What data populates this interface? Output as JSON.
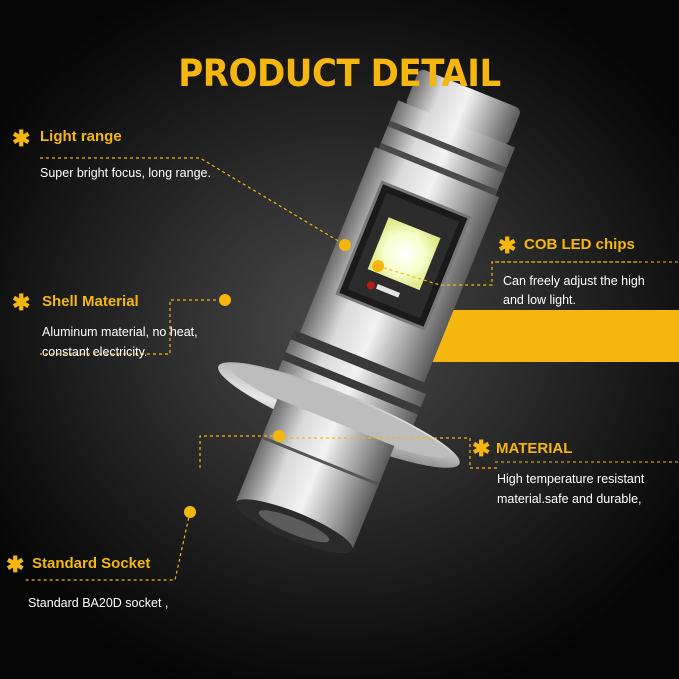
{
  "headline": "PRODUCT DETAIL",
  "colors": {
    "accent": "#f5b70f",
    "text": "#ffffff",
    "background": "#1e1e1e"
  },
  "features": {
    "light_range": {
      "title": "Light range",
      "desc": "Super bright focus, long range."
    },
    "shell_material": {
      "title": "Shell Material",
      "desc_line1": "Aluminum material, no heat,",
      "desc_line2": "constant electricity."
    },
    "standard_socket": {
      "title": "Standard Socket",
      "desc": "Standard BA20D socket ,"
    },
    "cob_led_chips": {
      "title": "COB LED chips",
      "desc_line1": "Can freely adjust the high",
      "desc_line2": "and low light."
    },
    "material": {
      "title": "MATERIAL",
      "desc_line1": "High temperature resistant",
      "desc_line2": "material.safe and durable,"
    }
  },
  "icons": [
    "asterisk-icon"
  ],
  "product_image": "led-headlight-bulb"
}
